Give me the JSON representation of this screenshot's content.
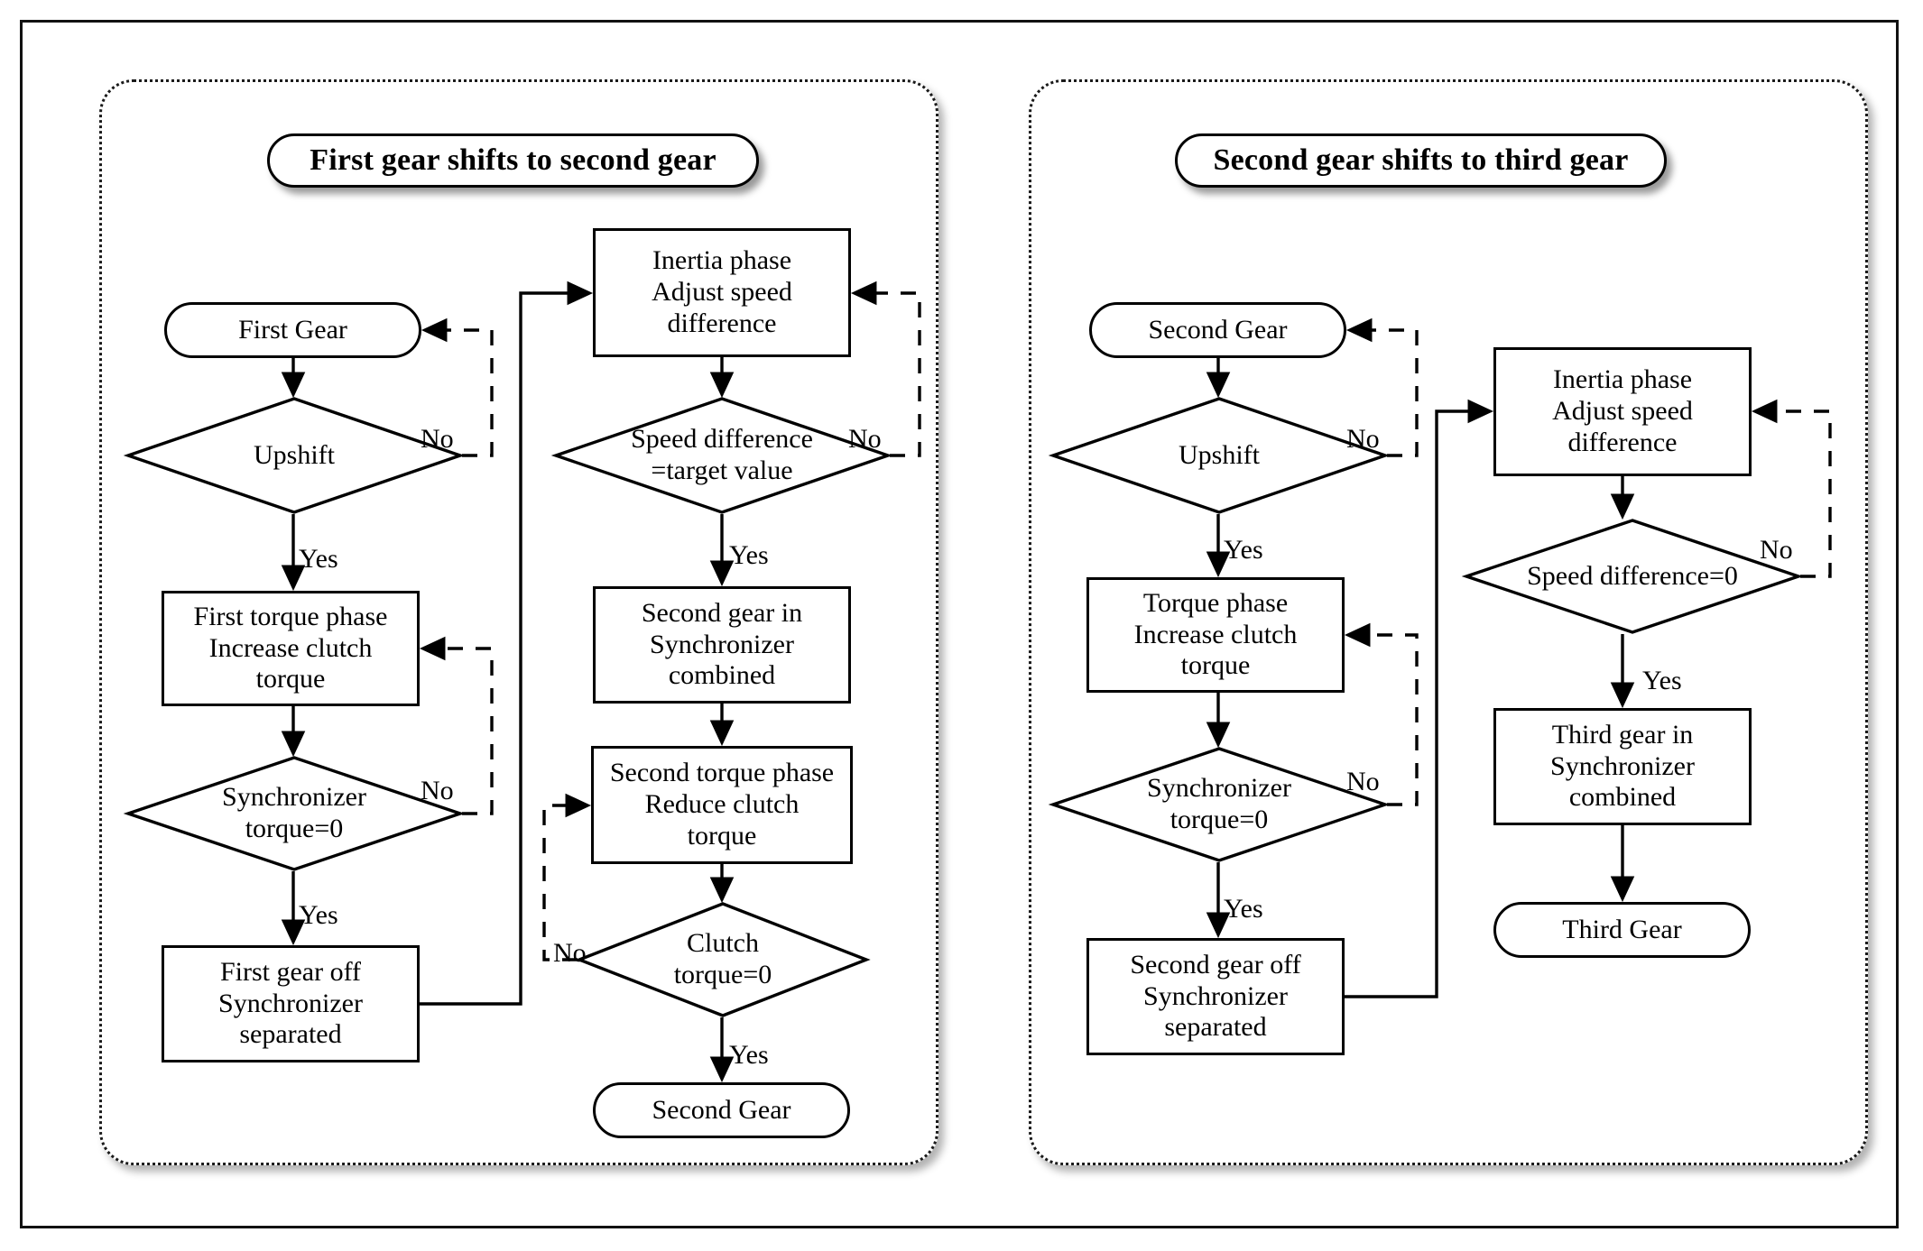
{
  "figure": {
    "kind": "flowchart",
    "panel_count": 2
  },
  "panels": [
    {
      "id": "first-to-second",
      "title": "First gear shifts to second gear",
      "nodes": {
        "start": "First Gear",
        "upshift": "Upshift",
        "first_torque_phase": "First torque phase\nIncrease clutch\ntorque",
        "sync_torque_zero": "Synchronizer\ntorque=0",
        "first_gear_off": "First gear off\nSynchronizer\nseparated",
        "inertia_phase": "Inertia phase\nAdjust speed\ndifference",
        "speed_diff_target": "Speed difference\n=target value",
        "second_gear_in": "Second gear in\nSynchronizer\ncombined",
        "second_torque_phase": "Second torque phase\nReduce clutch\ntorque",
        "clutch_torque_zero": "Clutch\ntorque=0",
        "end": "Second Gear"
      },
      "node_lines": {
        "first_torque_phase": [
          "First torque phase",
          "Increase clutch",
          "torque"
        ],
        "sync_torque_zero": [
          "Synchronizer",
          "torque=0"
        ],
        "first_gear_off": [
          "First gear off",
          "Synchronizer",
          "separated"
        ],
        "inertia_phase": [
          "Inertia phase",
          "Adjust speed",
          "difference"
        ],
        "speed_diff_target": [
          "Speed difference",
          "=target value"
        ],
        "second_gear_in": [
          "Second gear in",
          "Synchronizer",
          "combined"
        ],
        "second_torque_phase": [
          "Second torque phase",
          "Reduce clutch",
          "torque"
        ],
        "clutch_torque_zero": [
          "Clutch",
          "torque=0"
        ]
      },
      "edge_labels": {
        "upshift_no": "No",
        "upshift_yes": "Yes",
        "sync_no": "No",
        "sync_yes": "Yes",
        "speed_no": "No",
        "speed_yes": "Yes",
        "clutch_no": "No",
        "clutch_yes": "Yes"
      }
    },
    {
      "id": "second-to-third",
      "title": "Second gear shifts to third gear",
      "nodes": {
        "start": "Second Gear",
        "upshift": "Upshift",
        "torque_phase": "Torque phase\nIncrease clutch\ntorque",
        "sync_torque_zero": "Synchronizer\ntorque=0",
        "second_gear_off": "Second gear off\nSynchronizer\nseparated",
        "inertia_phase": "Inertia phase\nAdjust speed\ndifference",
        "speed_diff_zero": "Speed difference=0",
        "third_gear_in": "Third gear in\nSynchronizer\ncombined",
        "end": "Third Gear"
      },
      "node_lines": {
        "torque_phase": [
          "Torque phase",
          "Increase clutch",
          "torque"
        ],
        "sync_torque_zero": [
          "Synchronizer",
          "torque=0"
        ],
        "second_gear_off": [
          "Second gear off",
          "Synchronizer",
          "separated"
        ],
        "inertia_phase": [
          "Inertia phase",
          "Adjust speed",
          "difference"
        ],
        "third_gear_in": [
          "Third gear in",
          "Synchronizer",
          "combined"
        ]
      },
      "edge_labels": {
        "upshift_no": "No",
        "upshift_yes": "Yes",
        "sync_no": "No",
        "sync_yes": "Yes",
        "speed_no": "No",
        "speed_yes": "Yes"
      }
    }
  ],
  "style": {
    "stroke": "#000000",
    "background": "#ffffff",
    "dashed_feedback": "dashed",
    "solid_flow": "solid"
  }
}
